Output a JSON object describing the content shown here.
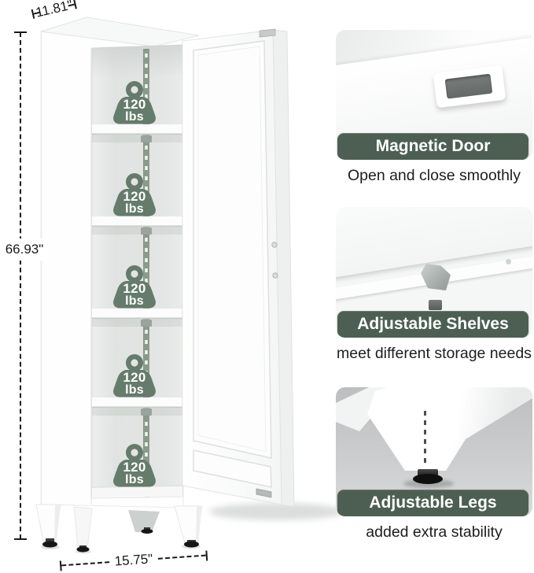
{
  "dimensions": {
    "width_label": "11.81\"",
    "height_label": "66.93\"",
    "depth_label": "15.75\""
  },
  "shelf_badge": {
    "value": "120",
    "unit": "lbs"
  },
  "features": [
    {
      "title": "Magnetic Door",
      "caption": "Open and close smoothly"
    },
    {
      "title": "Adjustable Shelves",
      "caption": "meet different storage needs"
    },
    {
      "title": "Adjustable Legs",
      "caption": "added extra stability"
    }
  ],
  "colors": {
    "badge_green": "#657b6b",
    "banner_green": "#4d5f53",
    "track_green": "#8a9a8c",
    "dim_text": "#191919"
  }
}
